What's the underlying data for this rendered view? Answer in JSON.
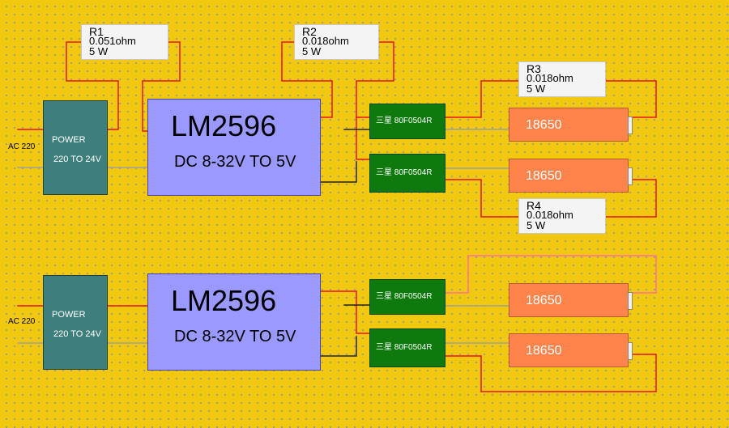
{
  "ac_label": "AC 220",
  "power": {
    "line1": "POWER",
    "line2": "220 TO 24V"
  },
  "regulator": {
    "name": "LM2596",
    "spec": "DC 8-32V TO 5V"
  },
  "chip_label": "三星 80F0504R",
  "battery_label": "18650",
  "resistors": [
    {
      "name": "R1",
      "value": "0.051ohm",
      "power": "5 W"
    },
    {
      "name": "R2",
      "value": "0.018ohm",
      "power": "5 W"
    },
    {
      "name": "R3",
      "value": "0.018ohm",
      "power": "5 W"
    },
    {
      "name": "R4",
      "value": "0.018ohm",
      "power": "5 W"
    }
  ],
  "colors": {
    "background": "#f2c80f",
    "wire_positive": "#e8141e",
    "wire_negative": "#a0a0a0",
    "wire_link": "#ff6fa6"
  }
}
